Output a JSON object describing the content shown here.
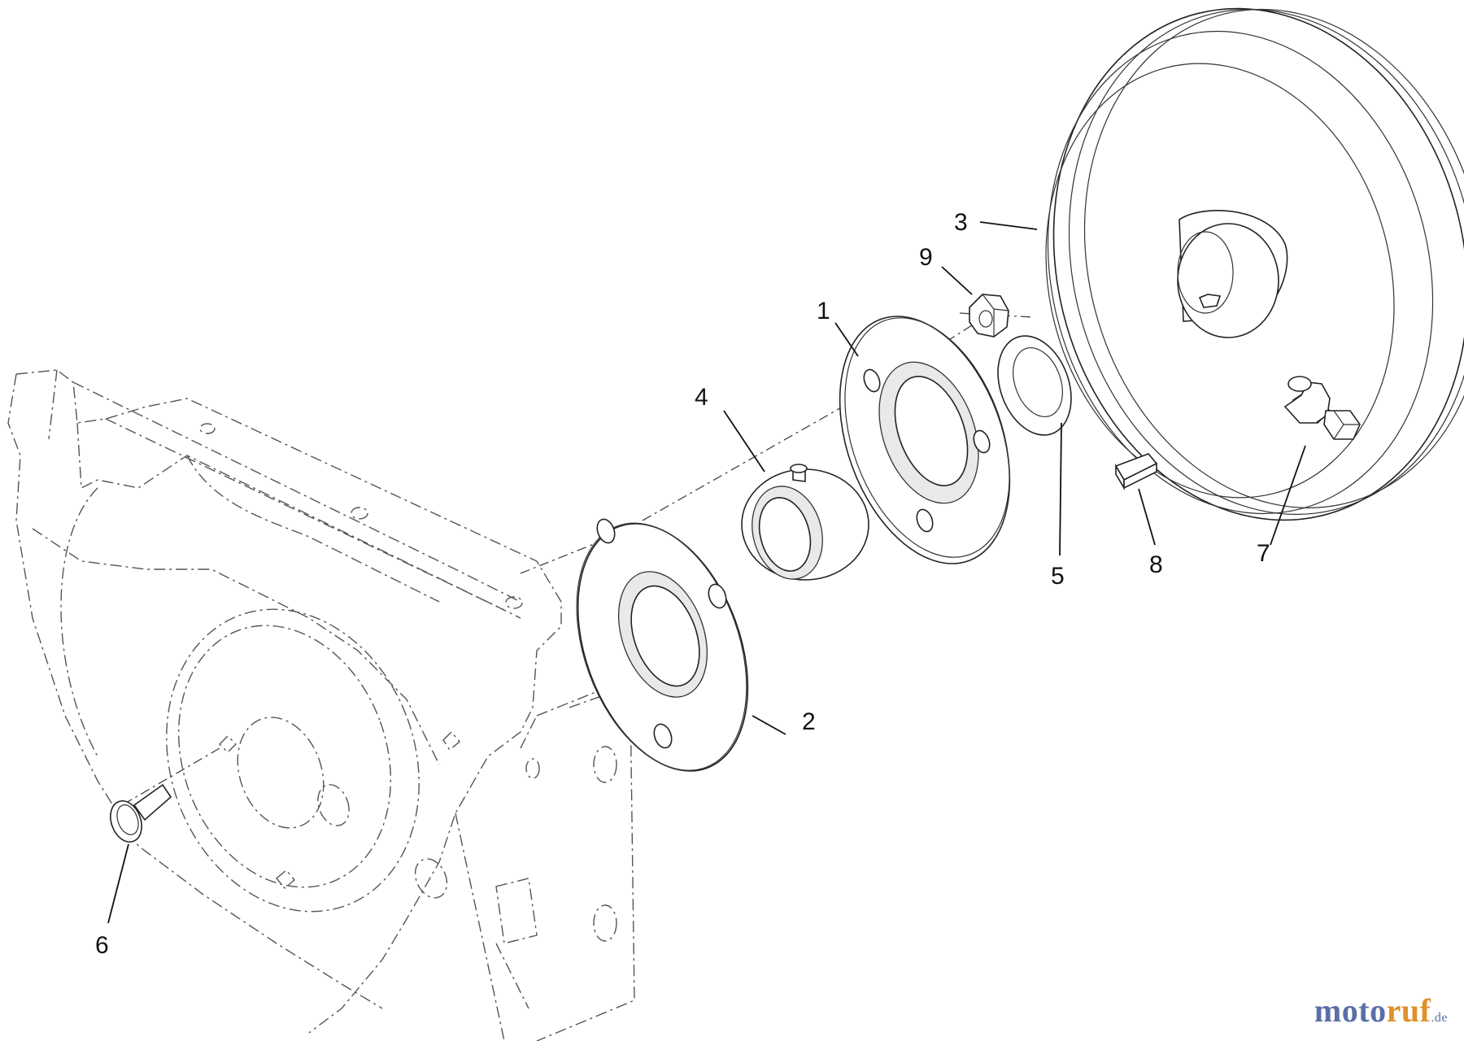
{
  "callouts": {
    "c1": "1",
    "c2": "2",
    "c3": "3",
    "c4": "4",
    "c5": "5",
    "c6": "6",
    "c7": "7",
    "c8": "8",
    "c9": "9"
  },
  "watermark": {
    "brand_a": "moto",
    "brand_b": "ruf",
    "domain": ".de"
  },
  "colors": {
    "line": "#222222",
    "watermark_blue": "#5b6ea8",
    "watermark_orange": "#e0912b"
  }
}
